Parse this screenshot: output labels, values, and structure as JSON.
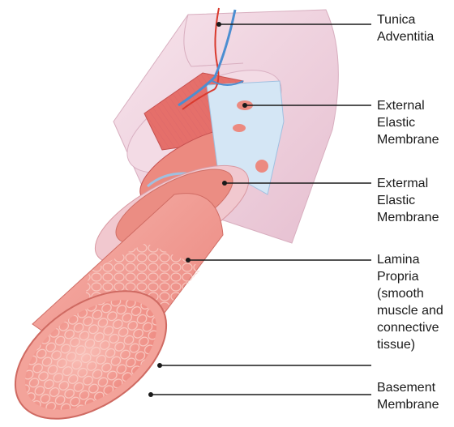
{
  "labels": {
    "tunica_adventitia": "Tunica\nAdventitia",
    "external_elastic": "External\nElastic\nMembrane",
    "extermal_elastic": "Extermal\nElastic\nMembrane",
    "lamina_propria": "Lamina\nPropria\n(smooth\nmuscle and\nconnective\ntissue)",
    "basement_membrane": "Basement\nMembrane"
  },
  "colors": {
    "adventitia": "#f1d3e0",
    "elastic": "#cfe3f4",
    "muscle": "#e8847e",
    "lumen": "#f4a49c",
    "vessel_red": "#d93a2e",
    "vessel_blue": "#4c8ed1"
  }
}
